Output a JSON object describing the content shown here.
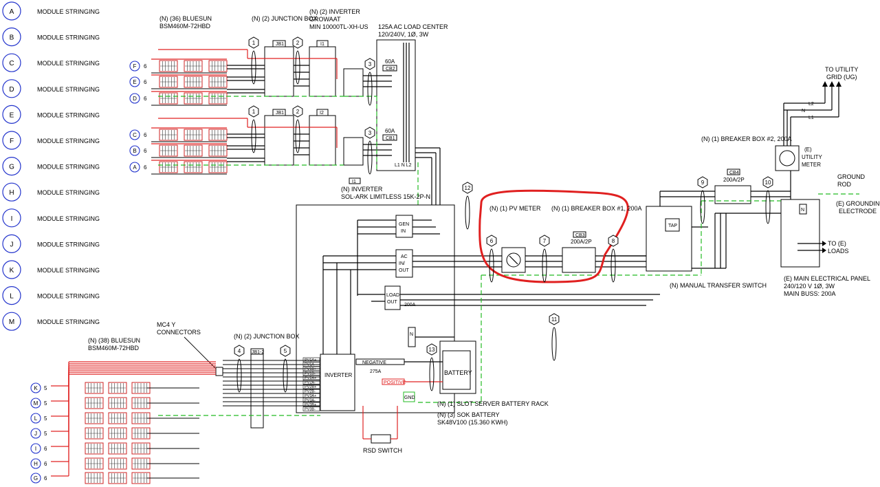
{
  "legend": {
    "items": [
      {
        "letter": "A",
        "label": "MODULE STRINGING"
      },
      {
        "letter": "B",
        "label": "MODULE STRINGING"
      },
      {
        "letter": "C",
        "label": "MODULE STRINGING"
      },
      {
        "letter": "D",
        "label": "MODULE STRINGING"
      },
      {
        "letter": "E",
        "label": "MODULE STRINGING"
      },
      {
        "letter": "F",
        "label": "MODULE STRINGING"
      },
      {
        "letter": "G",
        "label": "MODULE STRINGING"
      },
      {
        "letter": "H",
        "label": "MODULE STRINGING"
      },
      {
        "letter": "I",
        "label": "MODULE STRINGING"
      },
      {
        "letter": "J",
        "label": "MODULE STRINGING"
      },
      {
        "letter": "K",
        "label": "MODULE STRINGING"
      },
      {
        "letter": "L",
        "label": "MODULE STRINGING"
      },
      {
        "letter": "M",
        "label": "MODULE STRINGING"
      }
    ]
  },
  "labels": {
    "array_top_1": "(N) (36) BLUESUN",
    "array_top_2": "BSM460M-72HBD",
    "jbox_top": "(N) (2) JUNCTION BOX",
    "inv_top_1": "(N) (2) INVERTER",
    "inv_top_2": "GROWAAT",
    "inv_top_3": "MIN 10000TL-XH-US",
    "load_center_1": "125A  AC LOAD CENTER",
    "load_center_2": "120/240V, 1Ø, 3W",
    "breaker_60a": "60A",
    "cb2": "CB2",
    "cb1": "CB1",
    "l1nl2": "L1 N L2",
    "inv_mid_tag": "I1",
    "inv_mid_1": "(N) INVERTER",
    "inv_mid_2": "SOL-ARK LIMITLESS 15K-2P-N",
    "gen_in_1": "GEN",
    "gen_in_2": "IN",
    "ac_in_out_1": "AC",
    "ac_in_out_2": "IN/",
    "ac_in_out_3": "OUT",
    "load_out_1": "LOAD",
    "load_out_2": "OUT",
    "amp_200": "200A",
    "pv_meter": "(N) (1) PV METER",
    "breaker_box1": "(N) (1) BREAKER BOX #1, 200A",
    "cb3": "CB3",
    "cb3_rating": "200A/2P",
    "breaker_box2": "(N) (1) BREAKER BOX #2, 200A",
    "cb4": "CB4",
    "cb4_rating": "200A/2P",
    "utility_meter_1": "(E)",
    "utility_meter_2": "UTILITY",
    "utility_meter_3": "METER",
    "to_utility_1": "TO UTILITY",
    "to_utility_2": "GRID (UG)",
    "l2": "L2",
    "n": "N",
    "l1": "L1",
    "ground_rod_1": "GROUND",
    "ground_rod_2": "ROD",
    "grounding_1": "(E) GROUNDING",
    "grounding_2": "ELECTRODE",
    "tap": "TAP",
    "to_loads_1": "TO (E)",
    "to_loads_2": "LOADS",
    "main_panel_1": "(E) MAIN ELECTRICAL PANEL",
    "main_panel_2": "240/120 V 1Ø, 3W",
    "main_panel_3": "MAIN BUSS: 200A",
    "transfer_switch": "(N) MANUAL TRANSFER SWITCH",
    "mc4_1": "MC4 Y",
    "mc4_2": "CONNECTORS",
    "array_bot_1": "(N) (38) BLUESUN",
    "array_bot_2": "BSM460M-72HBD",
    "jbox_bot": "(N) (2) JUNCTION BOX",
    "jb2": "JB1-2",
    "inverter": "INVERTER",
    "negative": "NEGATIVE",
    "positive": "POSITIVE",
    "fuse_275": "275A",
    "battery": "BATTERY",
    "gnd": "GND",
    "rack": "(N) (1) SLOT SERVER BATTERY RACK",
    "battery_1": "(N) (3) SOK BATTERY",
    "battery_2": "SK48V100 (15.360 KWH)",
    "rsd": "RSD SWITCH",
    "jb1": "JB1",
    "jb_b": "JB1",
    "i1": "I1",
    "i2": "I2"
  },
  "strings_top": [
    {
      "letter": "F",
      "count": "6"
    },
    {
      "letter": "E",
      "count": "6"
    },
    {
      "letter": "D",
      "count": "6"
    },
    {
      "letter": "C",
      "count": "6"
    },
    {
      "letter": "B",
      "count": "6"
    },
    {
      "letter": "A",
      "count": "6"
    }
  ],
  "strings_bottom": [
    {
      "letter": "K",
      "count": "5"
    },
    {
      "letter": "M",
      "count": "5"
    },
    {
      "letter": "L",
      "count": "5"
    },
    {
      "letter": "J",
      "count": "5"
    },
    {
      "letter": "I",
      "count": "6"
    },
    {
      "letter": "H",
      "count": "6"
    },
    {
      "letter": "G",
      "count": "6"
    }
  ],
  "tags": [
    "1",
    "2",
    "3",
    "1",
    "2",
    "3",
    "4",
    "5",
    "6",
    "7",
    "8",
    "9",
    "10",
    "11",
    "12",
    "13"
  ],
  "pv_terminals": [
    "PV1A+",
    "PV1A-",
    "PV1B+",
    "PV1B-",
    "PV2A+",
    "PV2A-",
    "PV2B+",
    "PV2B-",
    "PV3A+",
    "PV3A-",
    "PV3B+",
    "PV3B-"
  ],
  "colors": {
    "highlight": "#e02020",
    "ground": "#22bb22",
    "legend_circle": "#2233cc"
  }
}
